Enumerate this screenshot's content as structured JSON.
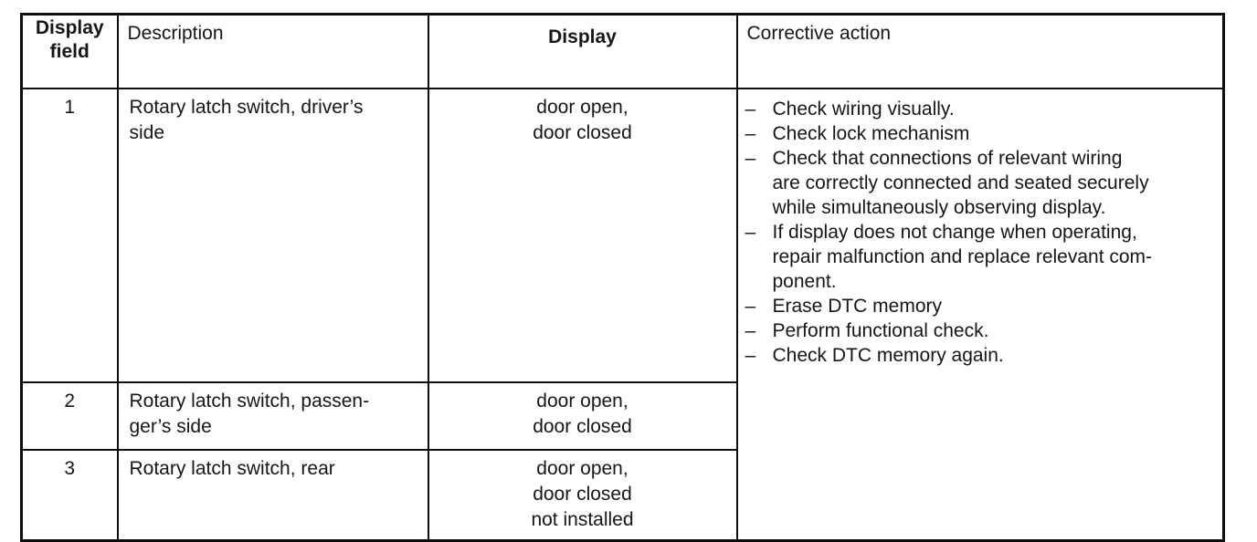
{
  "table": {
    "headers": {
      "display_field": "Display\nfield",
      "description": "Description",
      "display": "Display",
      "corrective_action": "Corrective action"
    },
    "rows": [
      {
        "field": "1",
        "description": "Rotary latch switch, driver’s\nside",
        "display": "door open,\ndoor closed"
      },
      {
        "field": "2",
        "description": "Rotary latch switch, passen-\nger’s side",
        "display": "door open,\ndoor closed"
      },
      {
        "field": "3",
        "description": "Rotary latch switch, rear",
        "display": "door open,\ndoor closed\nnot installed"
      }
    ],
    "corrective_action": {
      "bullet": "–",
      "items": [
        "Check wiring visually.",
        "Check lock mechanism",
        "Check that connections of relevant wiring\nare correctly connected and seated securely\nwhile simultaneously observing display.",
        "If display does not change when operating,\nrepair malfunction and replace relevant com-\nponent.",
        "Erase DTC memory",
        "Perform functional check.",
        "Check DTC memory again."
      ]
    }
  }
}
